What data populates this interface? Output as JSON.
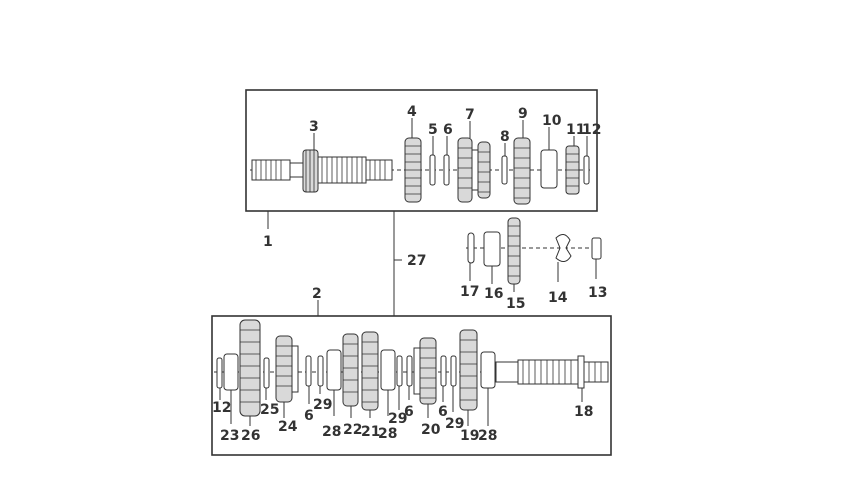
{
  "diagram": {
    "callouts": {
      "c1": "1",
      "c2": "2",
      "c3": "3",
      "c4": "4",
      "c5": "5",
      "c6": "6",
      "c7": "7",
      "c8": "8",
      "c9": "9",
      "c10": "10",
      "c11": "11",
      "c12": "12",
      "c13": "13",
      "c14": "14",
      "c15": "15",
      "c16": "16",
      "c17": "17",
      "c18": "18",
      "c27": "27",
      "l12": "12",
      "l23": "23",
      "l26": "26",
      "l25": "25",
      "l24": "24",
      "l6a": "6",
      "l29a": "29",
      "l28a": "28",
      "l22": "22",
      "l21": "21",
      "l28b": "28",
      "l29b": "29",
      "l6b": "6",
      "l20": "20",
      "l6c": "6",
      "l29c": "29",
      "l19": "19",
      "l28c": "28"
    }
  }
}
